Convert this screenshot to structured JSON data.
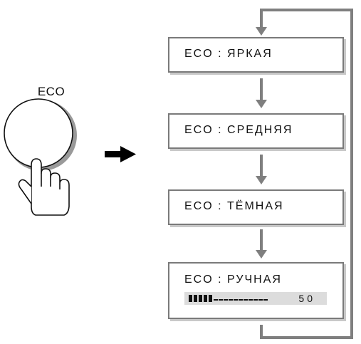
{
  "button": {
    "label": "ECO"
  },
  "steps": [
    {
      "text": "ECO : ЯРКАЯ"
    },
    {
      "text": "ECO : СРЕДНЯЯ"
    },
    {
      "text": "ECO : ТЁМНАЯ"
    },
    {
      "text": "ECO : РУЧНАЯ"
    }
  ],
  "manual_level": {
    "value_label": "50",
    "level_fraction": 0.5
  },
  "colors": {
    "arrow_gray": "#7f7f7f",
    "box_border": "#7a7a7a",
    "bar_bg": "#dcdcdc"
  },
  "icons": [
    "hand-pressing-button-icon",
    "right-arrow-icon",
    "down-arrow-icon",
    "loop-arrow-icon"
  ]
}
